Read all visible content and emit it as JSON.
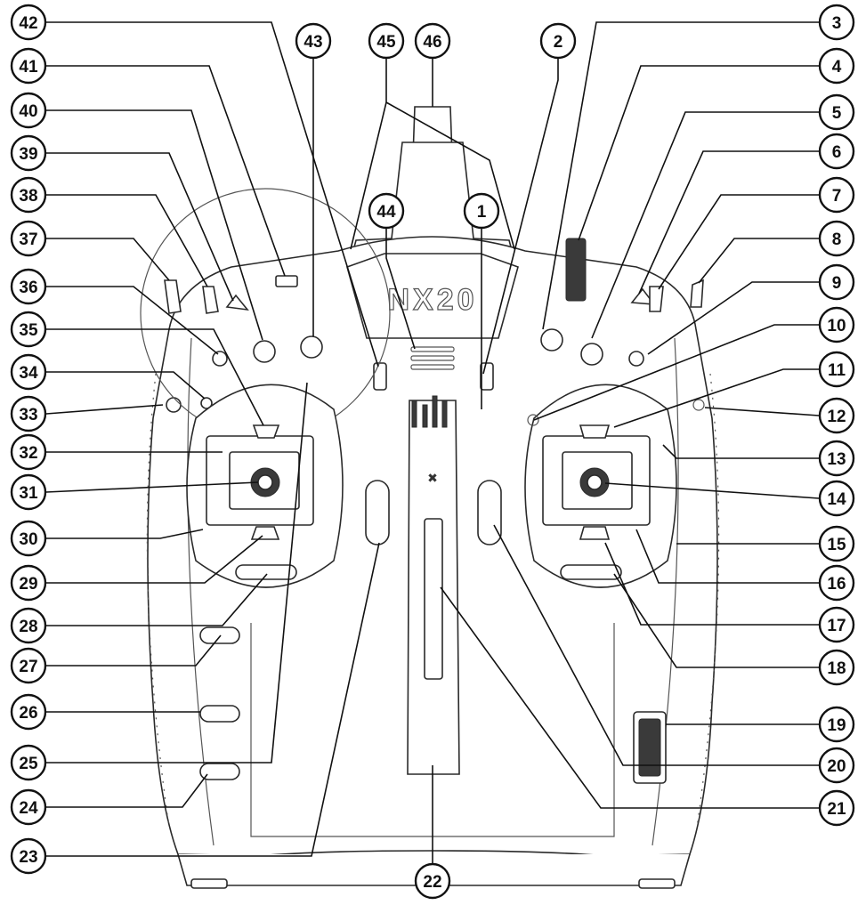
{
  "diagram": {
    "callouts": [
      {
        "n": "1"
      },
      {
        "n": "2"
      },
      {
        "n": "3"
      },
      {
        "n": "4"
      },
      {
        "n": "5"
      },
      {
        "n": "6"
      },
      {
        "n": "7"
      },
      {
        "n": "8"
      },
      {
        "n": "9"
      },
      {
        "n": "10"
      },
      {
        "n": "11"
      },
      {
        "n": "12"
      },
      {
        "n": "13"
      },
      {
        "n": "14"
      },
      {
        "n": "15"
      },
      {
        "n": "16"
      },
      {
        "n": "17"
      },
      {
        "n": "18"
      },
      {
        "n": "19"
      },
      {
        "n": "20"
      },
      {
        "n": "21"
      },
      {
        "n": "22"
      },
      {
        "n": "23"
      },
      {
        "n": "24"
      },
      {
        "n": "25"
      },
      {
        "n": "26"
      },
      {
        "n": "27"
      },
      {
        "n": "28"
      },
      {
        "n": "29"
      },
      {
        "n": "30"
      },
      {
        "n": "31"
      },
      {
        "n": "32"
      },
      {
        "n": "33"
      },
      {
        "n": "34"
      },
      {
        "n": "35"
      },
      {
        "n": "36"
      },
      {
        "n": "37"
      },
      {
        "n": "38"
      },
      {
        "n": "39"
      },
      {
        "n": "40"
      },
      {
        "n": "41"
      },
      {
        "n": "42"
      },
      {
        "n": "43"
      },
      {
        "n": "44"
      },
      {
        "n": "45"
      },
      {
        "n": "46"
      }
    ],
    "logo_text": "NX20"
  },
  "colors": {
    "line": "#111111",
    "body": "#ffffff",
    "shade": "#3a3a3a"
  }
}
